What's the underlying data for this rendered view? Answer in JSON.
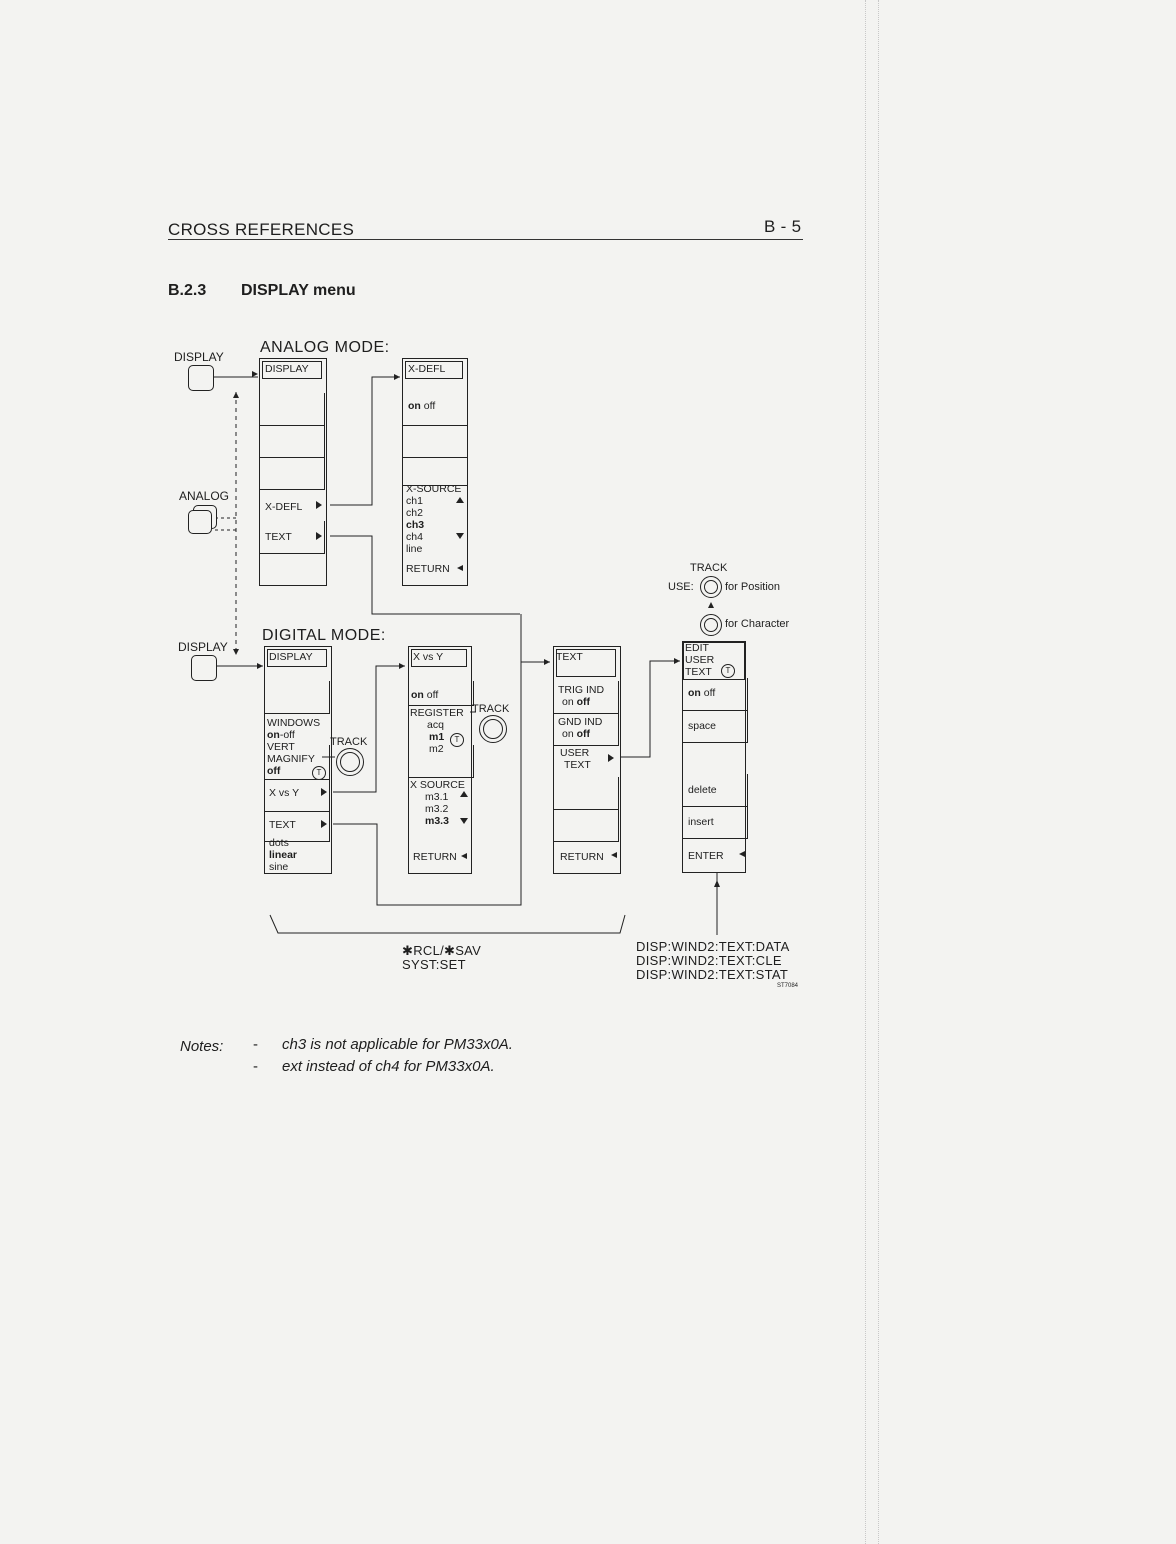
{
  "header": {
    "title": "CROSS REFERENCES",
    "page": "B - 5"
  },
  "section": {
    "number": "B.2.3",
    "title": "DISPLAY menu"
  },
  "keys": {
    "display_top": "DISPLAY",
    "analog": "ANALOG",
    "display_bottom": "DISPLAY"
  },
  "analog": {
    "title": "ANALOG MODE:",
    "display_menu": {
      "title": "DISPLAY",
      "xdefl": "X-DEFL",
      "text": "TEXT"
    },
    "xdefl_menu": {
      "title": "X-DEFL",
      "on": "on",
      "off": "off",
      "xsource": "X-SOURCE",
      "items": [
        "ch1",
        "ch2",
        "ch3",
        "ch4",
        "line"
      ],
      "return": "RETURN"
    }
  },
  "digital": {
    "title": "DIGITAL MODE:",
    "display_menu": {
      "title": "DISPLAY",
      "windows": "WINDOWS",
      "win_on": "on",
      "win_off": "off",
      "vert": "VERT",
      "magnify": "MAGNIFY",
      "mag_off": "off",
      "track": "TRACK",
      "xvsy": "X vs Y",
      "text": "TEXT",
      "dots": "dots",
      "linear": "linear",
      "sine": "sine"
    },
    "xvsy_menu": {
      "title": "X vs Y",
      "on": "on",
      "off": "off",
      "register": "REGISTER",
      "acq": "acq",
      "m1": "m1",
      "m2": "m2",
      "track": "TRACK",
      "xsource": "X SOURCE",
      "m31": "m3.1",
      "m32": "m3.2",
      "m33": "m3.3",
      "return": "RETURN"
    },
    "text_menu": {
      "title": "TEXT",
      "trig": "TRIG IND",
      "trig_on": "on",
      "trig_off": "off",
      "gnd": "GND IND",
      "gnd_on": "on",
      "gnd_off": "off",
      "user": "USER",
      "user_text": "TEXT",
      "return": "RETURN"
    },
    "edit_menu": {
      "l1": "EDIT",
      "l2": "USER",
      "l3": "TEXT",
      "on": "on",
      "off": "off",
      "space": "space",
      "delete": "delete",
      "insert": "insert",
      "enter": "ENTER"
    }
  },
  "track_legend": {
    "title": "TRACK",
    "use": "USE:",
    "position": "for Position",
    "character": "for Character"
  },
  "t_symbol": "T",
  "footer": {
    "rcl": "✱RCL/✱SAV",
    "syst": "SYST:SET",
    "commands": [
      "DISP:WIND2:TEXT:DATA",
      "DISP:WIND2:TEXT:CLE",
      "DISP:WIND2:TEXT:STAT"
    ],
    "figure_id": "ST7084"
  },
  "notes": {
    "label": "Notes:",
    "dash": "-",
    "items": [
      "ch3 is not applicable for PM33x0A.",
      "ext instead of ch4 for PM33x0A."
    ]
  }
}
